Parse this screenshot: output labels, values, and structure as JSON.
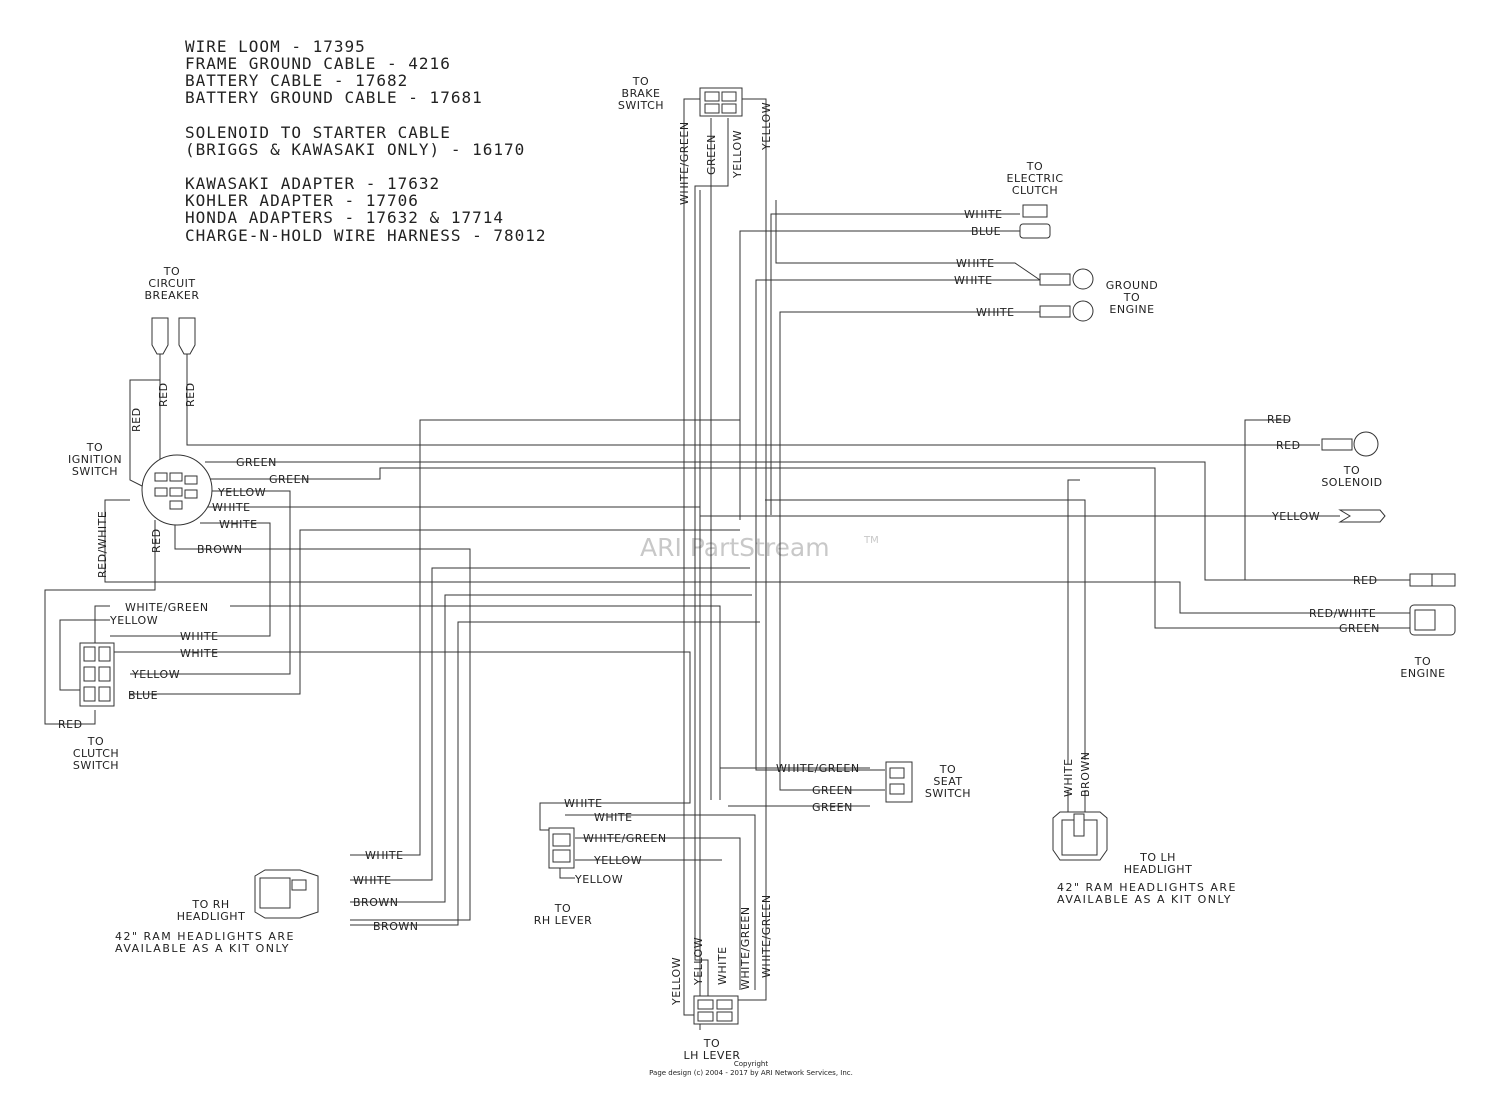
{
  "parts_list": [
    "WIRE LOOM - 17395",
    "FRAME GROUND CABLE - 4216",
    "BATTERY CABLE - 17682",
    "BATTERY GROUND CABLE - 17681",
    "SOLENOID TO STARTER CABLE",
    "(BRIGGS & KAWASAKI ONLY) - 16170",
    "KAWASAKI ADAPTER - 17632",
    "KOHLER ADAPTER - 17706",
    "HONDA ADAPTERS - 17632 & 17714",
    "CHARGE-N-HOLD WIRE HARNESS - 78012"
  ],
  "connectors": {
    "brake_switch": [
      "TO",
      "BRAKE",
      "SWITCH"
    ],
    "electric_clutch": [
      "TO",
      "ELECTRIC",
      "CLUTCH"
    ],
    "ground_to_engine": [
      "GROUND",
      "TO",
      "ENGINE"
    ],
    "circuit_breaker": [
      "TO",
      "CIRCUIT",
      "BREAKER"
    ],
    "ignition_switch": [
      "TO",
      "IGNITION",
      "SWITCH"
    ],
    "solenoid": [
      "TO",
      "SOLENOID"
    ],
    "engine": [
      "TO",
      "ENGINE"
    ],
    "clutch_switch": [
      "TO",
      "CLUTCH",
      "SWITCH"
    ],
    "seat_switch": [
      "TO",
      "SEAT",
      "SWITCH"
    ],
    "lh_headlight": [
      "TO LH",
      "HEADLIGHT"
    ],
    "rh_headlight": [
      "TO RH",
      "HEADLIGHT"
    ],
    "rh_lever": [
      "TO",
      "RH LEVER"
    ],
    "lh_lever": [
      "TO",
      "LH LEVER"
    ]
  },
  "notes": {
    "headlight_note_line1": "42\" RAM HEADLIGHTS ARE",
    "headlight_note_line2": "AVAILABLE AS A KIT ONLY"
  },
  "wire_colors": {
    "white_green": "WHITE/GREEN",
    "green": "GREEN",
    "yellow": "YELLOW",
    "white": "WHITE",
    "blue": "BLUE",
    "red": "RED",
    "red_white": "RED/WHITE",
    "brown": "BROWN"
  },
  "watermark": {
    "text": "ARI PartStream",
    "tm": "TM"
  },
  "copyright": {
    "line1": "Copyright",
    "line2": "Page design (c) 2004 - 2017 by ARI Network Services, Inc."
  }
}
